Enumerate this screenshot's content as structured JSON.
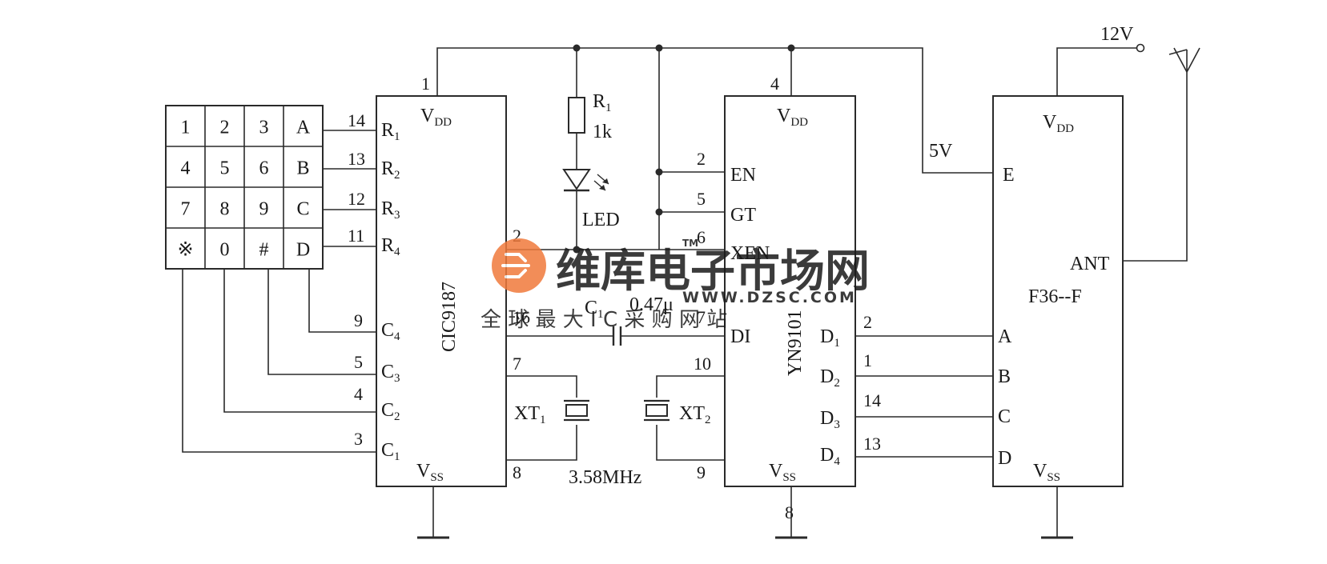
{
  "keypad": {
    "keys": [
      [
        "1",
        "2",
        "3",
        "A"
      ],
      [
        "4",
        "5",
        "6",
        "B"
      ],
      [
        "7",
        "8",
        "9",
        "C"
      ],
      [
        "※",
        "0",
        "#",
        "D"
      ]
    ]
  },
  "ic1": {
    "name": "CIC9187",
    "vdd_main": "V",
    "vdd_sub": "DD",
    "vss_main": "V",
    "vss_sub": "SS",
    "pin_vdd": "1",
    "rows": [
      {
        "num": "14",
        "main": "R",
        "sub": "1"
      },
      {
        "num": "13",
        "main": "R",
        "sub": "2"
      },
      {
        "num": "12",
        "main": "R",
        "sub": "3"
      },
      {
        "num": "11",
        "main": "R",
        "sub": "4"
      }
    ],
    "cols": [
      {
        "num": "9",
        "main": "C",
        "sub": "4"
      },
      {
        "num": "5",
        "main": "C",
        "sub": "3"
      },
      {
        "num": "4",
        "main": "C",
        "sub": "2"
      },
      {
        "num": "3",
        "main": "C",
        "sub": "1"
      }
    ],
    "pin2": "2",
    "pin16": "16",
    "pin7": "7",
    "pin8": "8"
  },
  "r1": {
    "main": "R",
    "sub": "1",
    "value": "1k"
  },
  "led": {
    "label": "LED"
  },
  "c1": {
    "main": "C",
    "sub": "1",
    "value": "0.47μ"
  },
  "xt1": {
    "main": "XT",
    "sub": "1"
  },
  "xt2": {
    "main": "XT",
    "sub": "2"
  },
  "crystal_freq": "3.58MHz",
  "ic2": {
    "name": "YN9101",
    "vdd_main": "V",
    "vdd_sub": "DD",
    "vss_main": "V",
    "vss_sub": "SS",
    "pin_vdd": "4",
    "inputs": [
      {
        "num": "2",
        "label": "EN"
      },
      {
        "num": "5",
        "label": "GT"
      },
      {
        "num": "6",
        "label": "XEN"
      },
      {
        "num": "7",
        "label": "DI"
      }
    ],
    "pin10": "10",
    "pin9": "9",
    "pin8": "8",
    "outputs": [
      {
        "num": "2",
        "main": "D",
        "sub": "1"
      },
      {
        "num": "1",
        "main": "D",
        "sub": "2"
      },
      {
        "num": "14",
        "main": "D",
        "sub": "3"
      },
      {
        "num": "13",
        "main": "D",
        "sub": "4"
      }
    ]
  },
  "ic3": {
    "name": "F36--F",
    "vdd_main": "V",
    "vdd_sub": "DD",
    "vss_main": "V",
    "vss_sub": "SS",
    "pin_e": "E",
    "pin_ant": "ANT",
    "inputs": [
      "A",
      "B",
      "C",
      "D"
    ]
  },
  "supply_5v": "5V",
  "supply_12v": "12V",
  "watermark": {
    "title": "维库电子市场网",
    "url": "WWW.DZSC.COM",
    "tagline": "全 球 最 大 I C 采 购 网 站",
    "tm": "TM",
    "color": "#f07a3c"
  }
}
